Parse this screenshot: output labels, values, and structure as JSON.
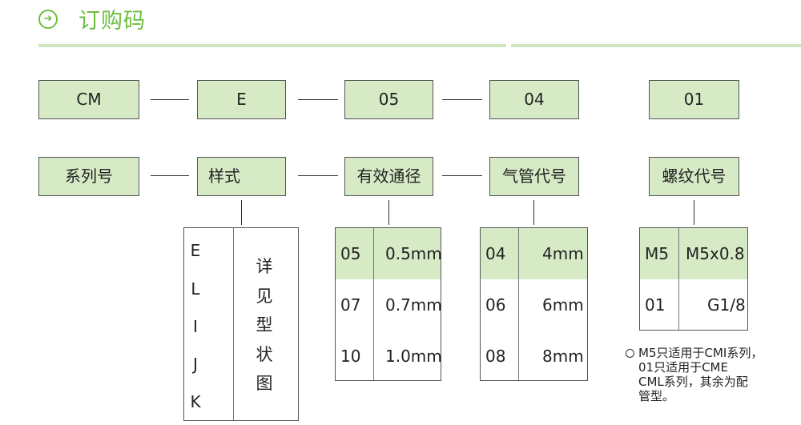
{
  "header": {
    "title": "订购码",
    "icon": "arrow-right-circle-icon",
    "accent_color": "#6dbf3f"
  },
  "code_row": [
    "CM",
    "E",
    "05",
    "04",
    "01"
  ],
  "label_row": [
    "系列号",
    "样式",
    "有效通径",
    "气管代号",
    "螺纹代号"
  ],
  "style_table": {
    "letters": [
      "E",
      "L",
      "I",
      "J",
      "K"
    ],
    "description_chars": [
      "详",
      "见",
      "型",
      "状",
      "图"
    ]
  },
  "diameter_table": [
    {
      "code": "05",
      "value": "0.5mm"
    },
    {
      "code": "07",
      "value": "0.7mm"
    },
    {
      "code": "10",
      "value": "1.0mm"
    }
  ],
  "tube_table": [
    {
      "code": "04",
      "value": "4mm"
    },
    {
      "code": "06",
      "value": "6mm"
    },
    {
      "code": "08",
      "value": "8mm"
    }
  ],
  "thread_table": [
    {
      "code": "M5",
      "value": "M5x0.8"
    },
    {
      "code": "01",
      "value": "G1/8"
    }
  ],
  "note": {
    "lines": [
      "M5只适用于CMI系列，",
      "01只适用于CME",
      "CML系列，其余为配",
      "管型。"
    ]
  },
  "colors": {
    "box_fill": "#d5eac5",
    "header_line": "#cfe8bd"
  }
}
